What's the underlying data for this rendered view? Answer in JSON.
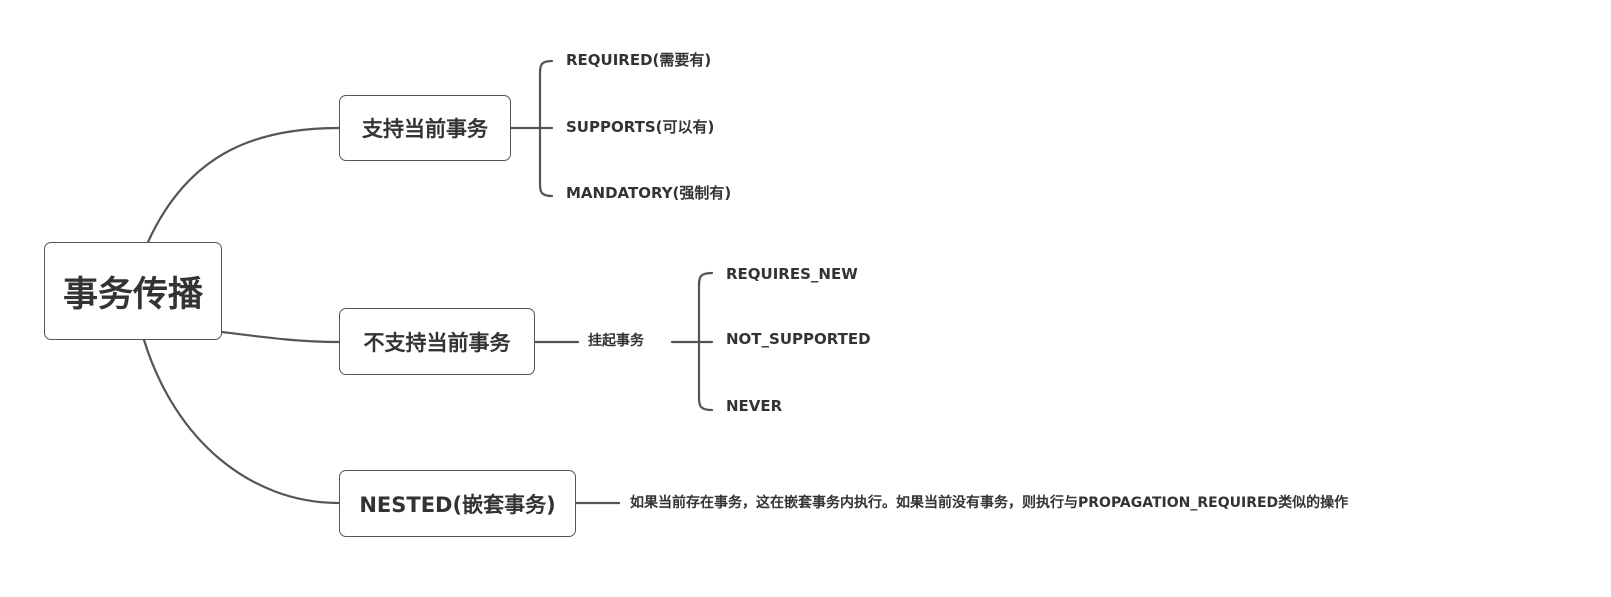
{
  "root": {
    "label": "事务传播"
  },
  "branches": [
    {
      "label": "支持当前事务",
      "children": [
        "REQUIRED(需要有)",
        "SUPPORTS(可以有)",
        "MANDATORY(强制有)"
      ]
    },
    {
      "label": "不支持当前事务",
      "middle": "挂起事务",
      "children": [
        "REQUIRES_NEW",
        "NOT_SUPPORTED",
        "NEVER"
      ]
    },
    {
      "label": "NESTED(嵌套事务)",
      "description": "如果当前存在事务，这在嵌套事务内执行。如果当前没有事务，则执行与PROPAGATION_REQUIRED类似的操作"
    }
  ],
  "colors": {
    "line": "#555555",
    "text": "#333333",
    "box_border": "#555555",
    "background": "#ffffff"
  }
}
